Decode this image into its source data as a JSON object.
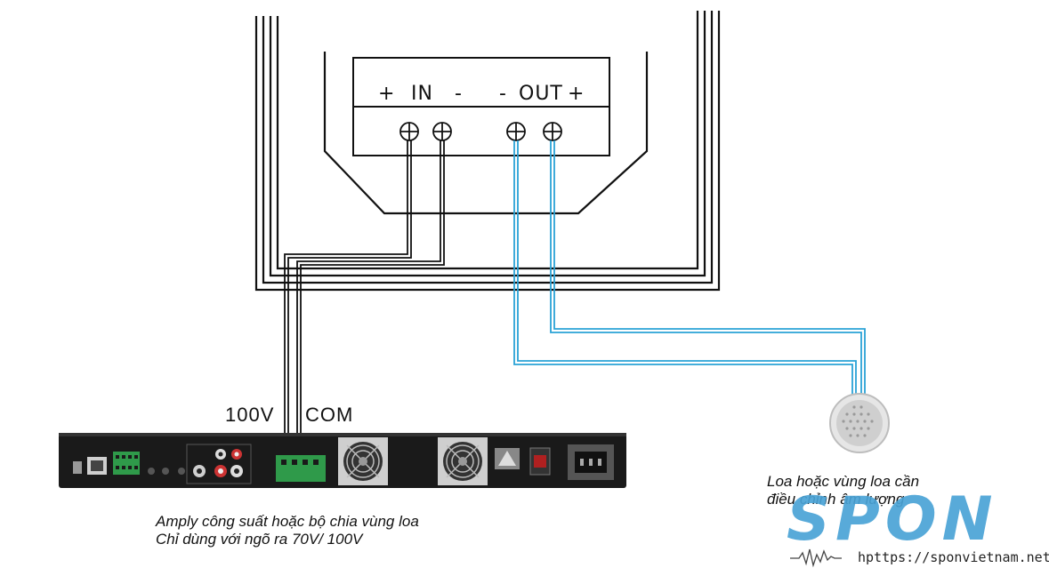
{
  "terminal_labels": {
    "in_plus": "+",
    "in_text": "IN",
    "in_minus": "-",
    "out_minus": "-",
    "out_text": "OUT",
    "out_plus": "+"
  },
  "wire_labels": {
    "line_100v": "100V",
    "com": "COM"
  },
  "amplifier_caption": {
    "line1": "Amply công suất hoặc bộ chia vùng loa",
    "line2": "Chỉ dùng  với ngõ ra 70V/ 100V"
  },
  "speaker_caption": {
    "line1": "Loa hoặc vùng loa cần",
    "line2": "điều chỉnh âm lượng"
  },
  "watermark": {
    "logo": "SPON",
    "url": "hpttps://sponvietnam.net"
  },
  "colors": {
    "wire_black": "#111111",
    "wire_blue": "#2aa2d6",
    "device_body": "#1a1a1a",
    "connector_green": "#2f9a4a",
    "logo_blue": "#4aa3d6"
  },
  "icons": [
    "terminal-screw-icon",
    "fan-icon",
    "power-switch-icon",
    "power-socket-icon",
    "ceiling-speaker-icon",
    "sound-wave-icon"
  ]
}
